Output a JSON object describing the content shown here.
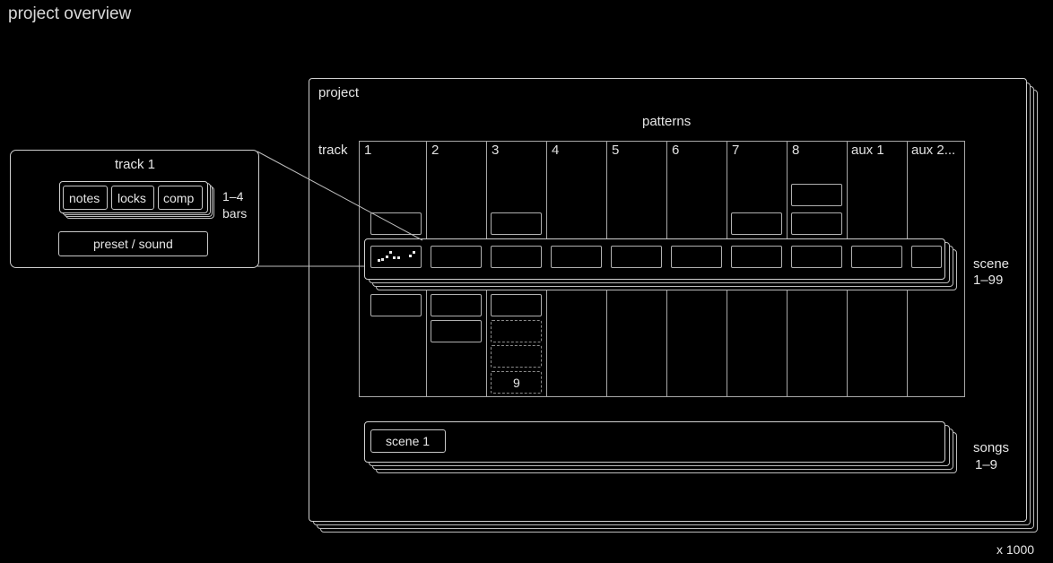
{
  "page_title": "project overview",
  "project": {
    "label": "project",
    "patterns_label": "patterns",
    "track_label": "track",
    "tracks": [
      "1",
      "2",
      "3",
      "4",
      "5",
      "6",
      "7",
      "8",
      "aux 1",
      "aux 2..."
    ],
    "scene_label_1": "scene",
    "scene_label_2": "1–99",
    "songs_label_1": "songs",
    "songs_label_2": "1–9",
    "song_first_item": "scene 1",
    "dashed_slot_number": "9",
    "multiplier": "x 1000"
  },
  "track_detail": {
    "title": "track 1",
    "chips": [
      "notes",
      "locks",
      "comp"
    ],
    "bars_line_1": "1–4",
    "bars_line_2": "bars",
    "preset": "preset / sound"
  }
}
